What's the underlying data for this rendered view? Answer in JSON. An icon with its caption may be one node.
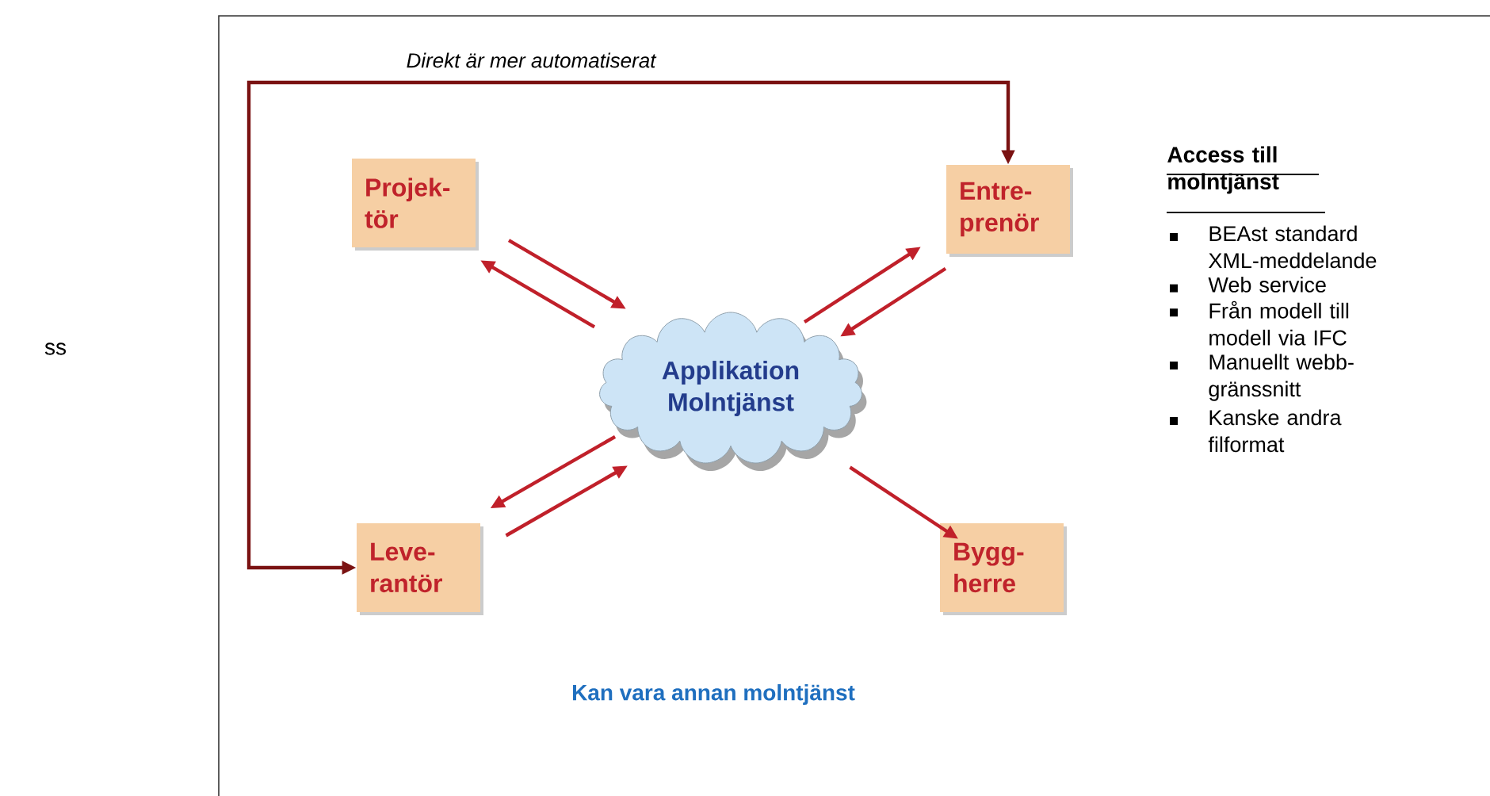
{
  "diagram": {
    "nodes": [
      {
        "text": [
          "Projek- tör"
        ]
      },
      {
        "text": [
          "Entre- prenör"
        ]
      },
      {
        "text": [
          "Applikation Molntjänst"
        ]
      },
      {
        "text": [
          "Leve- rantör"
        ]
      },
      {
        "text": [
          "Bygg- herre"
        ]
      }
    ],
    "edges": [
      {
        "from": 0,
        "to": 2,
        "arrow": "to"
      },
      {
        "from": 2,
        "to": 0,
        "arrow": "to"
      },
      {
        "from": 2,
        "to": 1,
        "arrow": "to"
      },
      {
        "from": 1,
        "to": 2,
        "arrow": "to"
      },
      {
        "from": 2,
        "to": 3,
        "arrow": "to"
      },
      {
        "from": 3,
        "to": 2,
        "arrow": "to"
      },
      {
        "from": 2,
        "to": 4,
        "arrow": "to"
      },
      {
        "from": 3,
        "to": 1,
        "arrow": "both",
        "label": "Direkt är mer automatiserat",
        "color": "#7a1212"
      }
    ],
    "labels": [
      "ss",
      "Access till molntjänst",
      "BEAst standard XML-meddelande",
      "Web service",
      "Från modell till modell via IFC",
      "Manuellt webb- gränssnitt",
      "Kanske andra filformat",
      "Kan vara annan molntjänst"
    ]
  }
}
